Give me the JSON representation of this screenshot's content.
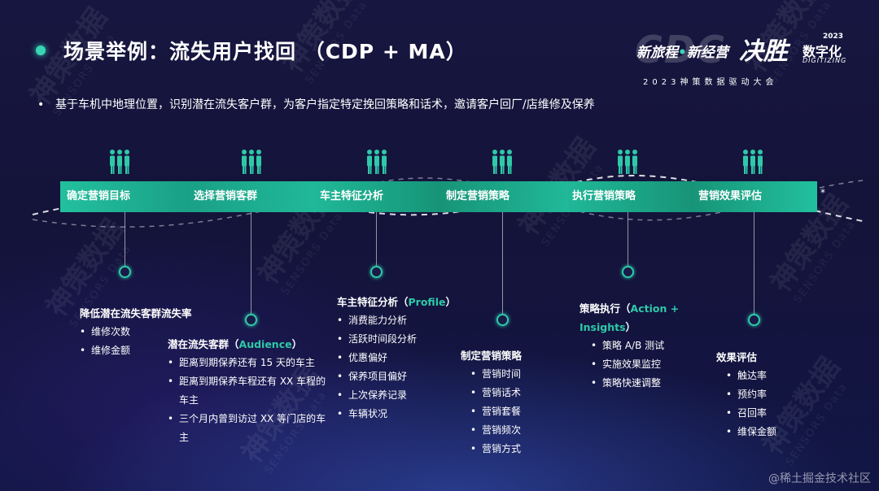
{
  "title": "场景举例：流失用户找回 （CDP + MA）",
  "logo": {
    "tagline_part1": "新旅程",
    "tagline_sep": "•",
    "tagline_part2": "新经营",
    "jue_sheng": "决胜",
    "year": "2023",
    "shuzihua": "数字化",
    "digitizing": "DIGITIZING",
    "conference": "2023神策数据驱动大会"
  },
  "intro": "基于车机中地理位置，识别潜在流失客户群，为客户指定特定挽回策略和话术，邀请客户回厂/店维修及保养",
  "watermark": {
    "cn": "神策数据",
    "en": "SENSORS Data"
  },
  "colors": {
    "accent": "#2ec9a8",
    "bar": "#1fb394",
    "bar_dark": "#148a72"
  },
  "steps": [
    {
      "label": "确定营销目标",
      "icon": "people-group-icon"
    },
    {
      "label": "选择营销客群",
      "icon": "people-group-icon"
    },
    {
      "label": "车主特征分析",
      "icon": "people-group-icon"
    },
    {
      "label": "制定营销策略",
      "icon": "people-group-icon"
    },
    {
      "label": "执行营销策略",
      "icon": "people-group-icon"
    },
    {
      "label": "营销效果评估",
      "icon": "people-group-icon"
    }
  ],
  "star": "*",
  "details": {
    "goal": {
      "heading": "降低潜在流失客群流失率",
      "items": [
        "维修次数",
        "维修金额"
      ]
    },
    "audience": {
      "heading": "潜在流失客群（",
      "accent": "Audience",
      "heading_end": "）",
      "items": [
        "距离到期保养还有 15 天的车主",
        "距离到期保养车程还有 XX 车程的车主",
        "三个月内曾到访过 XX 等门店的车主"
      ]
    },
    "profile": {
      "heading": "车主特征分析（",
      "accent": "Profile",
      "heading_end": "）",
      "items": [
        "消费能力分析",
        "活跃时间段分析",
        "优惠偏好",
        "保养项目偏好",
        "上次保养记录",
        "车辆状况"
      ]
    },
    "strategy": {
      "heading": "制定营销策略",
      "items": [
        "营销时间",
        "营销话术",
        "营销套餐",
        "营销频次",
        "营销方式"
      ]
    },
    "execution": {
      "heading": "策略执行（",
      "accent": "Action + Insights",
      "heading_end": "）",
      "items": [
        "策略 A/B 测试",
        "实施效果监控",
        "策略快速调整"
      ]
    },
    "evaluation": {
      "heading": "效果评估",
      "items": [
        "触达率",
        "预约率",
        "召回率",
        "维保金额"
      ]
    }
  },
  "corner_watermark": "@稀土掘金技术社区"
}
